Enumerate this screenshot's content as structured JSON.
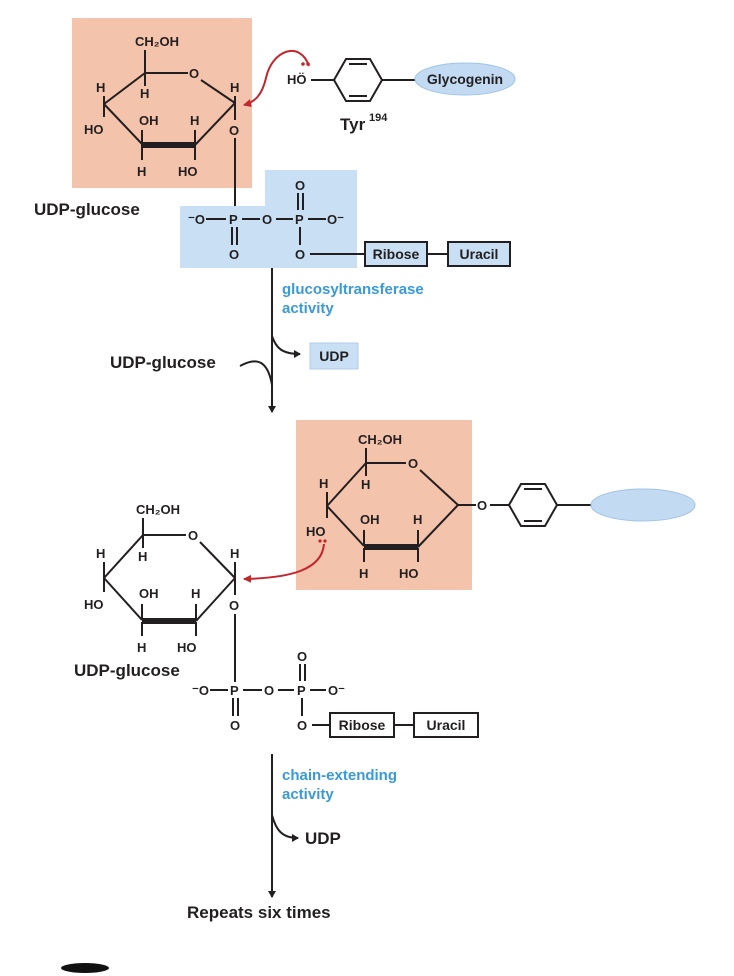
{
  "colors": {
    "glucose_highlight": "#f3c3ab",
    "udp_highlight": "#c8dff4",
    "glycogenin_fill": "#c2dbf3",
    "enzyme_text": "#3a9ad6",
    "arrow_red": "#c1272d",
    "ink": "#231f20"
  },
  "step1": {
    "glucose": {
      "ch2oh": "CH₂OH",
      "ring_o": "O",
      "h_top_left": "H",
      "h_c5": "H",
      "h_c1": "H",
      "ho_c4": "HO",
      "oh_c3": "OH",
      "h_c2": "H",
      "h_c3": "H",
      "ho_c2": "HO",
      "o_link": "O"
    },
    "label": "UDP-glucose",
    "tyrosine": {
      "hydroxyl": "HÖ",
      "label": "Tyr",
      "superscript": "194"
    },
    "glycogenin_label": "Glycogenin",
    "phosphate": {
      "o_minus_left": "⁻O",
      "p1": "P",
      "o_bridge": "O",
      "p2": "P",
      "o_minus_right": "O⁻",
      "o_double_top": "O",
      "o_double_bottom": "O",
      "o_ribose": "O"
    },
    "ribose_label": "Ribose",
    "uracil_label": "Uracil"
  },
  "reaction1": {
    "enzyme_line1": "glucosyltransferase",
    "enzyme_line2": "activity",
    "substrate_in": "UDP-glucose",
    "product_out": "UDP"
  },
  "step2": {
    "attached_glucose": {
      "ch2oh": "CH₂OH",
      "ring_o": "O",
      "h_top_left": "H",
      "h_c5": "H",
      "ho_c4": "HO",
      "oh_c3": "OH",
      "h_c2": "H",
      "h_c3": "H",
      "ho_c2": "HO",
      "o_link": "O"
    },
    "incoming_glucose": {
      "ch2oh": "CH₂OH",
      "ring_o": "O",
      "h_top_left": "H",
      "h_c5": "H",
      "h_c1": "H",
      "ho_c4": "HO",
      "oh_c3": "OH",
      "h_c2": "H",
      "h_c3": "H",
      "ho_c2": "HO",
      "o_link": "O"
    },
    "label": "UDP-glucose",
    "phosphate": {
      "o_minus_left": "⁻O",
      "p1": "P",
      "o_bridge": "O",
      "p2": "P",
      "o_minus_right": "O⁻",
      "o_double_top": "O",
      "o_double_bottom": "O",
      "o_ribose": "O"
    },
    "ribose_label": "Ribose",
    "uracil_label": "Uracil"
  },
  "reaction2": {
    "enzyme_line1": "chain-extending",
    "enzyme_line2": "activity",
    "product_out": "UDP",
    "result": "Repeats six times"
  }
}
